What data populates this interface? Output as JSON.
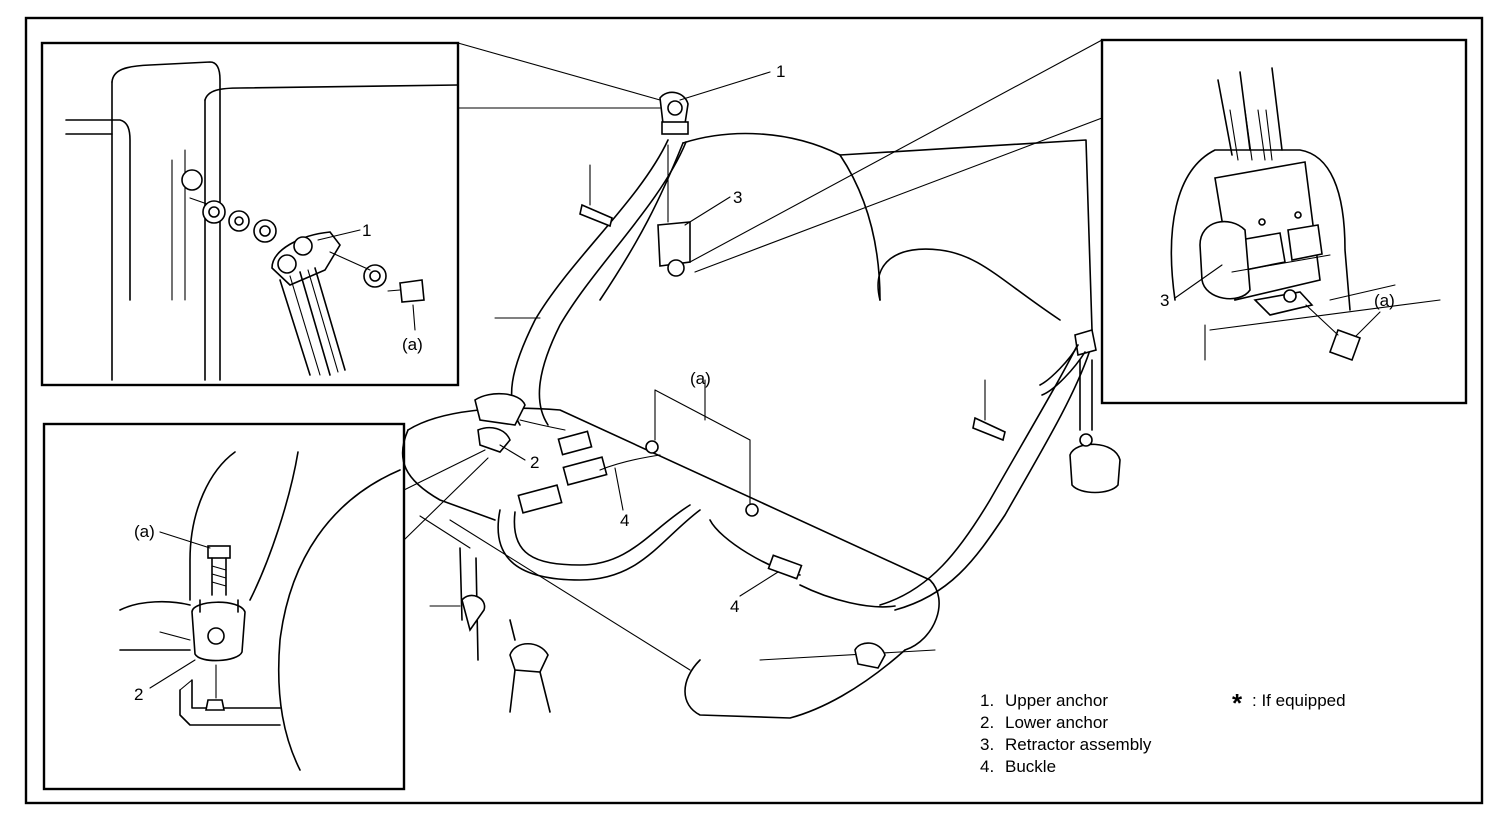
{
  "callouts": {
    "c_1_main": "1",
    "c_3_main": "3",
    "c_a_main": "(a)",
    "c_2_main": "2",
    "c_4_main_a": "4",
    "c_4_main_b": "4",
    "c_1_inset": "1",
    "c_a_inset_tl": "(a)",
    "c_a_inset_bl": "(a)",
    "c_2_inset": "2",
    "c_3_inset": "3",
    "c_a_inset_tr": "(a)"
  },
  "legend": {
    "items": [
      {
        "num": "1.",
        "label": "Upper anchor"
      },
      {
        "num": "2.",
        "label": "Lower anchor"
      },
      {
        "num": "3.",
        "label": "Retractor assembly"
      },
      {
        "num": "4.",
        "label": "Buckle"
      }
    ],
    "note_symbol": "*",
    "note_label": ": If equipped"
  }
}
